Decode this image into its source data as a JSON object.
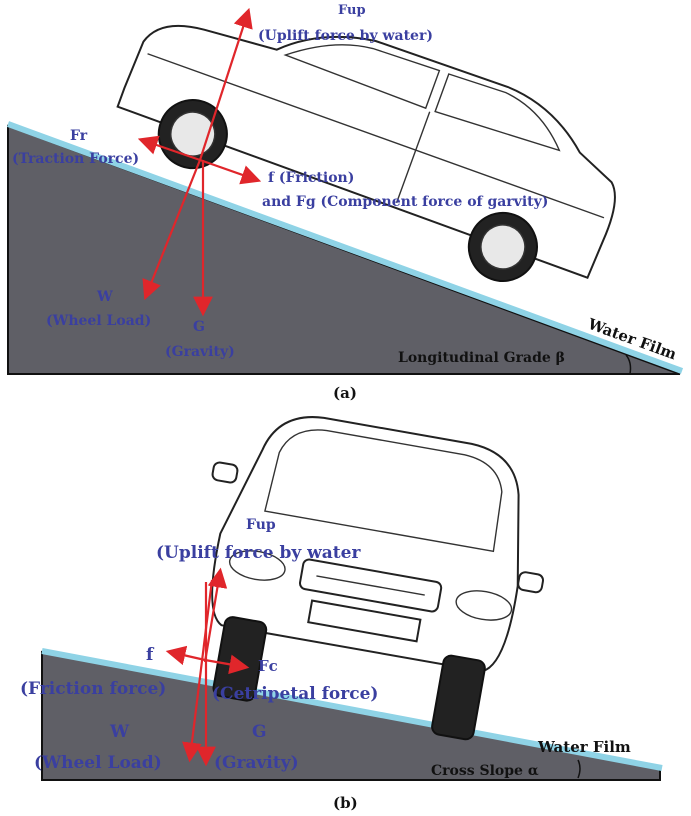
{
  "panel_a": {
    "caption": "(a)",
    "labels": {
      "fup_symbol": "Fup",
      "fup_desc": "(Uplift force by water)",
      "fr_symbol": "Fr",
      "fr_desc": "(Traction Force)",
      "friction_line1": "f (Friction)",
      "friction_line2": "and Fg (Component force of garvity)",
      "w_symbol": "W",
      "w_desc": "(Wheel Load)",
      "g_symbol": "G",
      "g_desc": "(Gravity)",
      "water_film": "Water Film",
      "grade": "Longitudinal Grade β"
    }
  },
  "panel_b": {
    "caption": "(b)",
    "labels": {
      "fup_symbol": "Fup",
      "fup_desc": "(Uplift force by water",
      "f_symbol": "f",
      "f_desc": "(Friction force)",
      "fc_symbol": "Fc",
      "fc_desc": "(Cetripetal force)",
      "w_symbol": "W",
      "w_desc": "(Wheel Load)",
      "g_symbol": "G",
      "g_desc": "(Gravity)",
      "water_film": "Water Film",
      "slope": "Cross Slope α"
    }
  },
  "colors": {
    "ground": "#5f5f66",
    "water": "#8fd3e6",
    "arrow": "#e0262b",
    "label": "#3a3fa0"
  }
}
